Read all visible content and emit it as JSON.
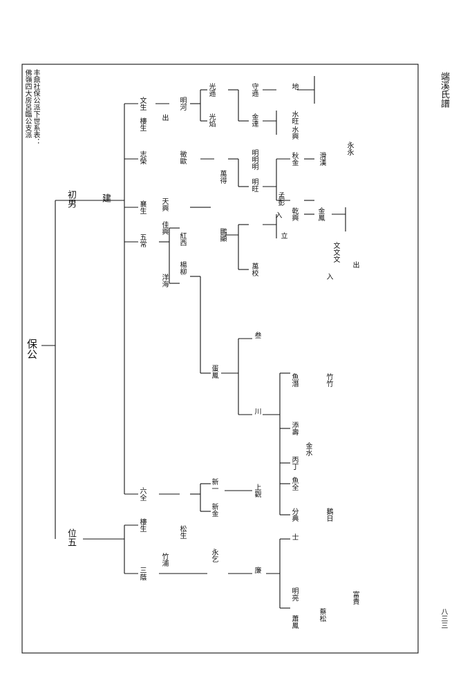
{
  "header": {
    "book_title": "端溪氏譜",
    "table_title": "丰鼎社保公派下世系表：",
    "table_subtitle": "佛嶺四大房呂臨公支派"
  },
  "page_number": "八三三",
  "tree": {
    "root": "保公",
    "branches": [
      "初男",
      "位五"
    ],
    "gen3": [
      "建",
      "文生",
      "樓生",
      "志榮",
      "襄生",
      "五常",
      "楊柳",
      "六全",
      "樓生",
      "竹浦",
      "三蔭"
    ],
    "gen4": [
      "明河",
      "徵歐",
      "天興",
      "佳興",
      "紅西",
      "洋海",
      "新一",
      "新金",
      "松生",
      "永乞"
    ],
    "gen5": [
      "光遜",
      "光焰",
      "萬得",
      "明旺",
      "孟彭",
      "鵬顯",
      "萬校",
      "蛋鳳",
      "上觀",
      "廉"
    ],
    "gen6": [
      "守遜",
      "金達",
      "明明明",
      "秋金",
      "乾興",
      "金鳳",
      "叁",
      "川",
      "魚潛",
      "添壽",
      "丙丁",
      "魚全",
      "分典",
      "士",
      "明亮"
    ],
    "gen7": [
      "地",
      "水旺",
      "水興",
      "滑漢",
      "永永",
      "文文文",
      "竹竹",
      "金水",
      "鵝日",
      "富貴",
      "蔡松",
      "蕭鳳"
    ],
    "notes": [
      "出",
      "入",
      "立",
      "出",
      "入"
    ]
  }
}
